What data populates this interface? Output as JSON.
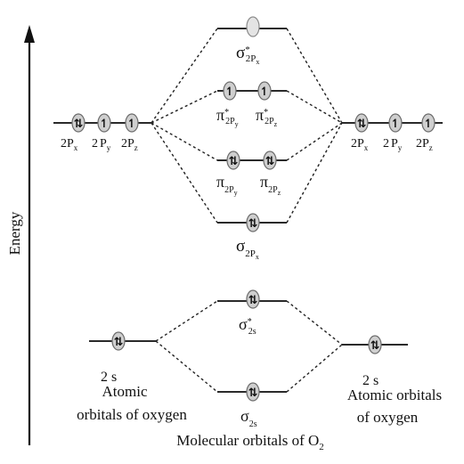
{
  "axis": {
    "label": "Energy"
  },
  "left": {
    "p_labels": [
      "2",
      "P",
      "x",
      "2",
      "P",
      "y",
      "2",
      "P",
      "z"
    ],
    "s_label": "2 s",
    "caption_line1": "Atomic",
    "caption_line2": "orbitals of oxygen"
  },
  "right": {
    "s_label": "2 s",
    "caption_line1": "Atomic orbitals",
    "caption_line2": "of oxygen"
  },
  "mo": {
    "sigma_star_2px": {
      "sym": "σ",
      "star": "*",
      "sub": "2P",
      "subsub": "x"
    },
    "pi_star_2py": {
      "sym": "π",
      "star": "*",
      "sub": "2P",
      "subsub": "y"
    },
    "pi_star_2pz": {
      "sym": "π",
      "star": "*",
      "sub": "2P",
      "subsub": "z"
    },
    "pi_2py": {
      "sym": "π",
      "sub": "2P",
      "subsub": "y"
    },
    "pi_2pz": {
      "sym": "π",
      "sub": "2P",
      "subsub": "z"
    },
    "sigma_2px": {
      "sym": "σ",
      "sub": "2P",
      "subsub": "x"
    },
    "sigma_star_2s": {
      "sym": "σ",
      "star": "*",
      "sub": "2s"
    },
    "sigma_2s": {
      "sym": "σ",
      "sub": "2s"
    }
  },
  "bottom_caption": {
    "text": "Molecular orbitals of O",
    "sub": "2"
  },
  "electrons": {
    "paired": "⇅",
    "single": "↿"
  }
}
